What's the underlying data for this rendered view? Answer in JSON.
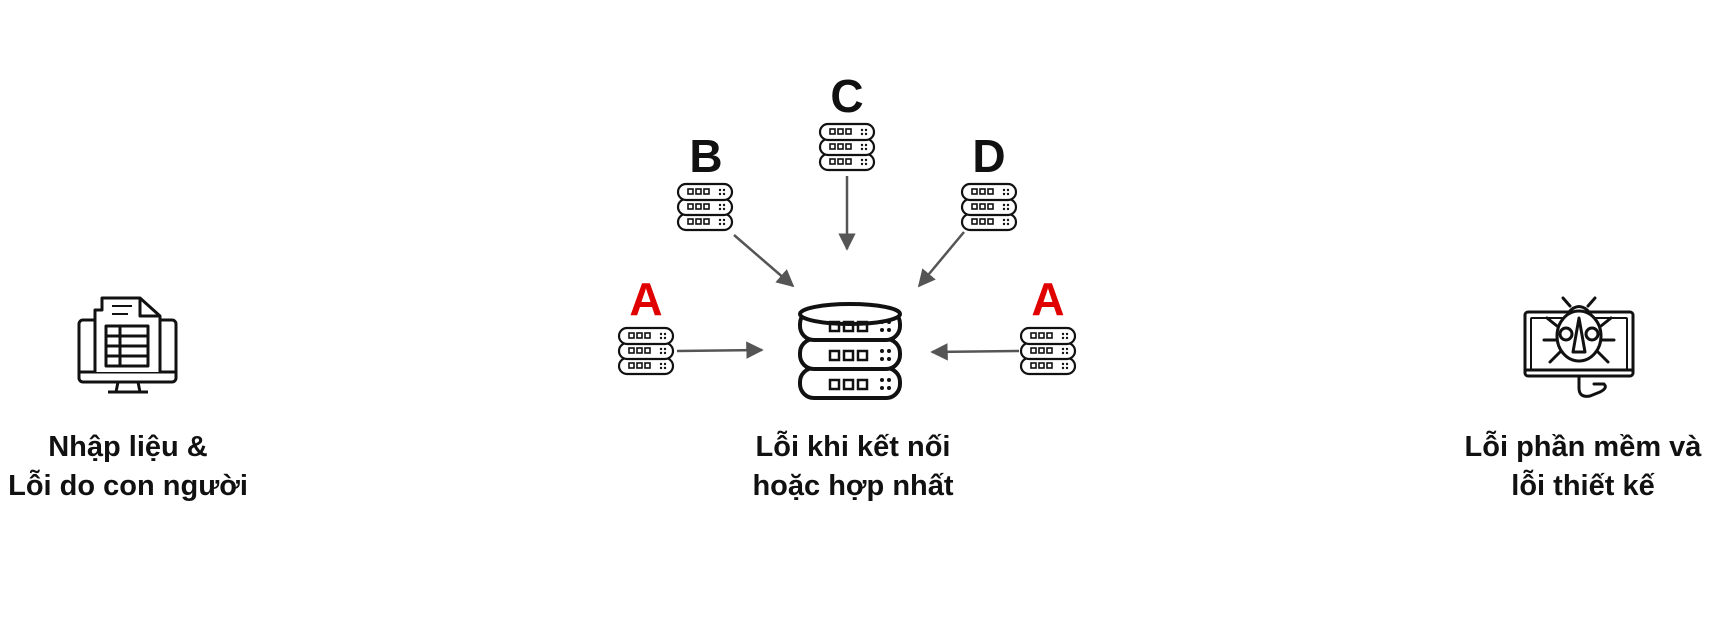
{
  "left_group": {
    "icon": "spreadsheet-monitor-icon",
    "caption_line1": "Nhập liệu &",
    "caption_line2": "Lỗi do con người"
  },
  "center_group": {
    "caption_line1": "Lỗi khi kết nối",
    "caption_line2": "hoặc hợp nhất",
    "main_icon": "database-icon",
    "sources": [
      {
        "id": "a-left",
        "label": "A",
        "color": "#e00000"
      },
      {
        "id": "b",
        "label": "B",
        "color": "#111111"
      },
      {
        "id": "c",
        "label": "C",
        "color": "#111111"
      },
      {
        "id": "d",
        "label": "D",
        "color": "#111111"
      },
      {
        "id": "a-right",
        "label": "A",
        "color": "#e00000"
      }
    ]
  },
  "right_group": {
    "icon": "bug-monitor-icon",
    "caption_line1": "Lỗi phần mềm và",
    "caption_line2": "lỗi thiết kế"
  },
  "colors": {
    "highlight": "#e00000",
    "ink": "#111111",
    "arrow": "#555555"
  }
}
